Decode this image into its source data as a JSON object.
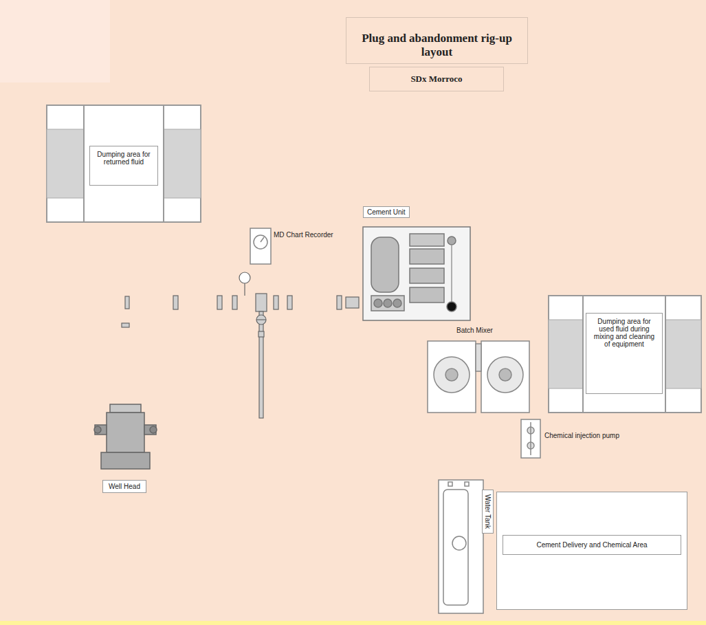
{
  "diagram": {
    "title": "Plug and abandonment rig-up layout",
    "nodes": [
      {
        "text": [
          "Dumping area for returned fluid"
        ]
      },
      {
        "text": [
          "MD Chart Recorder"
        ]
      },
      {
        "text": [
          "Cement Unit"
        ]
      },
      {
        "text": [
          "Batch Mixer"
        ]
      },
      {
        "text": [
          "Dumping area for used fluid during mixing and cleaning of equipment"
        ]
      },
      {
        "text": [
          "Well Head"
        ]
      },
      {
        "text": [
          "Chemical injection pump"
        ]
      },
      {
        "text": [
          "Water Tank"
        ]
      },
      {
        "text": [
          "Cement Delivery and Chemical Area"
        ]
      }
    ],
    "edges": [
      {
        "from": 0,
        "to": 5,
        "arrow": "none"
      },
      {
        "from": 5,
        "to": 2,
        "arrow": "none"
      },
      {
        "from": 2,
        "to": 3,
        "arrow": "none"
      },
      {
        "from": 3,
        "to": 4,
        "arrow": "none"
      },
      {
        "from": 3,
        "to": 7,
        "arrow": "none"
      }
    ],
    "labels": [
      "SDx Morroco"
    ]
  }
}
